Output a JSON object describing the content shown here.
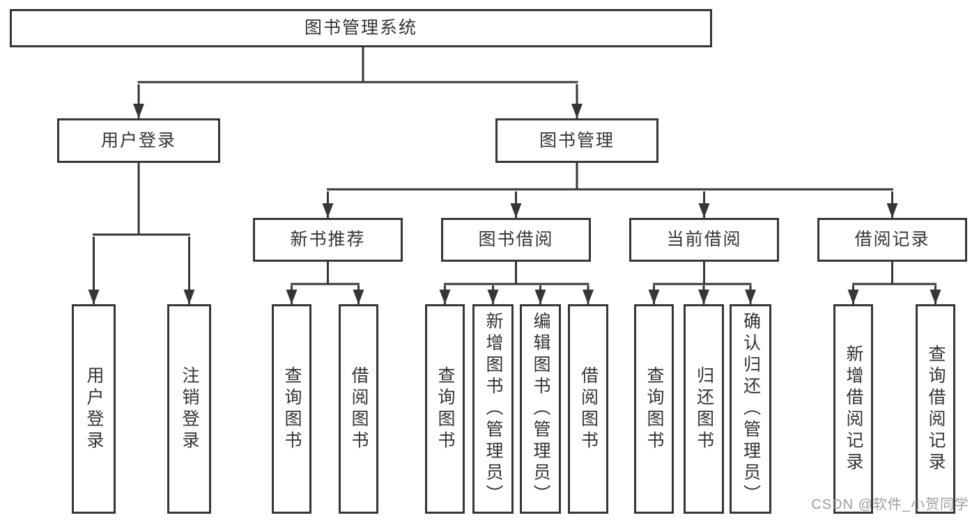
{
  "diagram": {
    "title": "图书管理系统",
    "level2": [
      {
        "label": "用户登录"
      },
      {
        "label": "图书管理"
      }
    ],
    "level3": [
      {
        "label": "新书推荐"
      },
      {
        "label": "图书借阅"
      },
      {
        "label": "当前借阅"
      },
      {
        "label": "借阅记录"
      }
    ],
    "leaves": [
      {
        "label": "用户登录"
      },
      {
        "label": "注销登录"
      },
      {
        "label": "查询图书"
      },
      {
        "label": "借阅图书"
      },
      {
        "label": "查询图书"
      },
      {
        "label": "新增图书（管理员）"
      },
      {
        "label": "编辑图书（管理员）"
      },
      {
        "label": "借阅图书"
      },
      {
        "label": "查询图书"
      },
      {
        "label": "归还图书"
      },
      {
        "label": "确认归还（管理员）"
      },
      {
        "label": "新增借阅记录"
      },
      {
        "label": "查询借阅记录"
      }
    ],
    "colors": {
      "line": "#363636",
      "border": "#363636",
      "text": "#333333",
      "watermark": "#919191"
    }
  },
  "watermark": {
    "text": "CSDN @软件_小贺同学"
  }
}
